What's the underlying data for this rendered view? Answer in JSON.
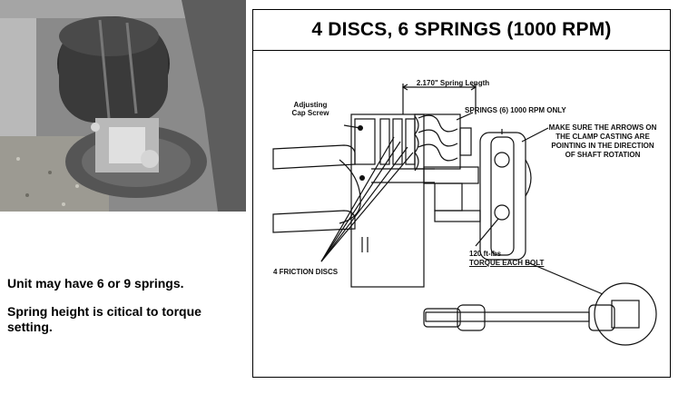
{
  "title": "4 DISCS, 6 SPRINGS (1000 RPM)",
  "notes": {
    "line1": "Unit may have 6 or 9 springs.",
    "line2": "Spring height is citical to torque setting."
  },
  "labels": {
    "spring_length": "2.170\" Spring Length",
    "adjusting_cap_screw_1": "Adjusting",
    "adjusting_cap_screw_2": "Cap Screw",
    "springs": "SPRINGS (6) 1000 RPM ONLY",
    "arrows_1": "MAKE SURE THE ARROWS ON",
    "arrows_2": "THE CLAMP CASTING ARE",
    "arrows_3": "POINTING IN THE DIRECTION",
    "arrows_4": "OF SHAFT ROTATION",
    "friction_discs": "4 FRICTION DISCS",
    "torque_value": "120 ft-lbs",
    "torque_each_bolt": "TORQUE EACH BOLT"
  }
}
